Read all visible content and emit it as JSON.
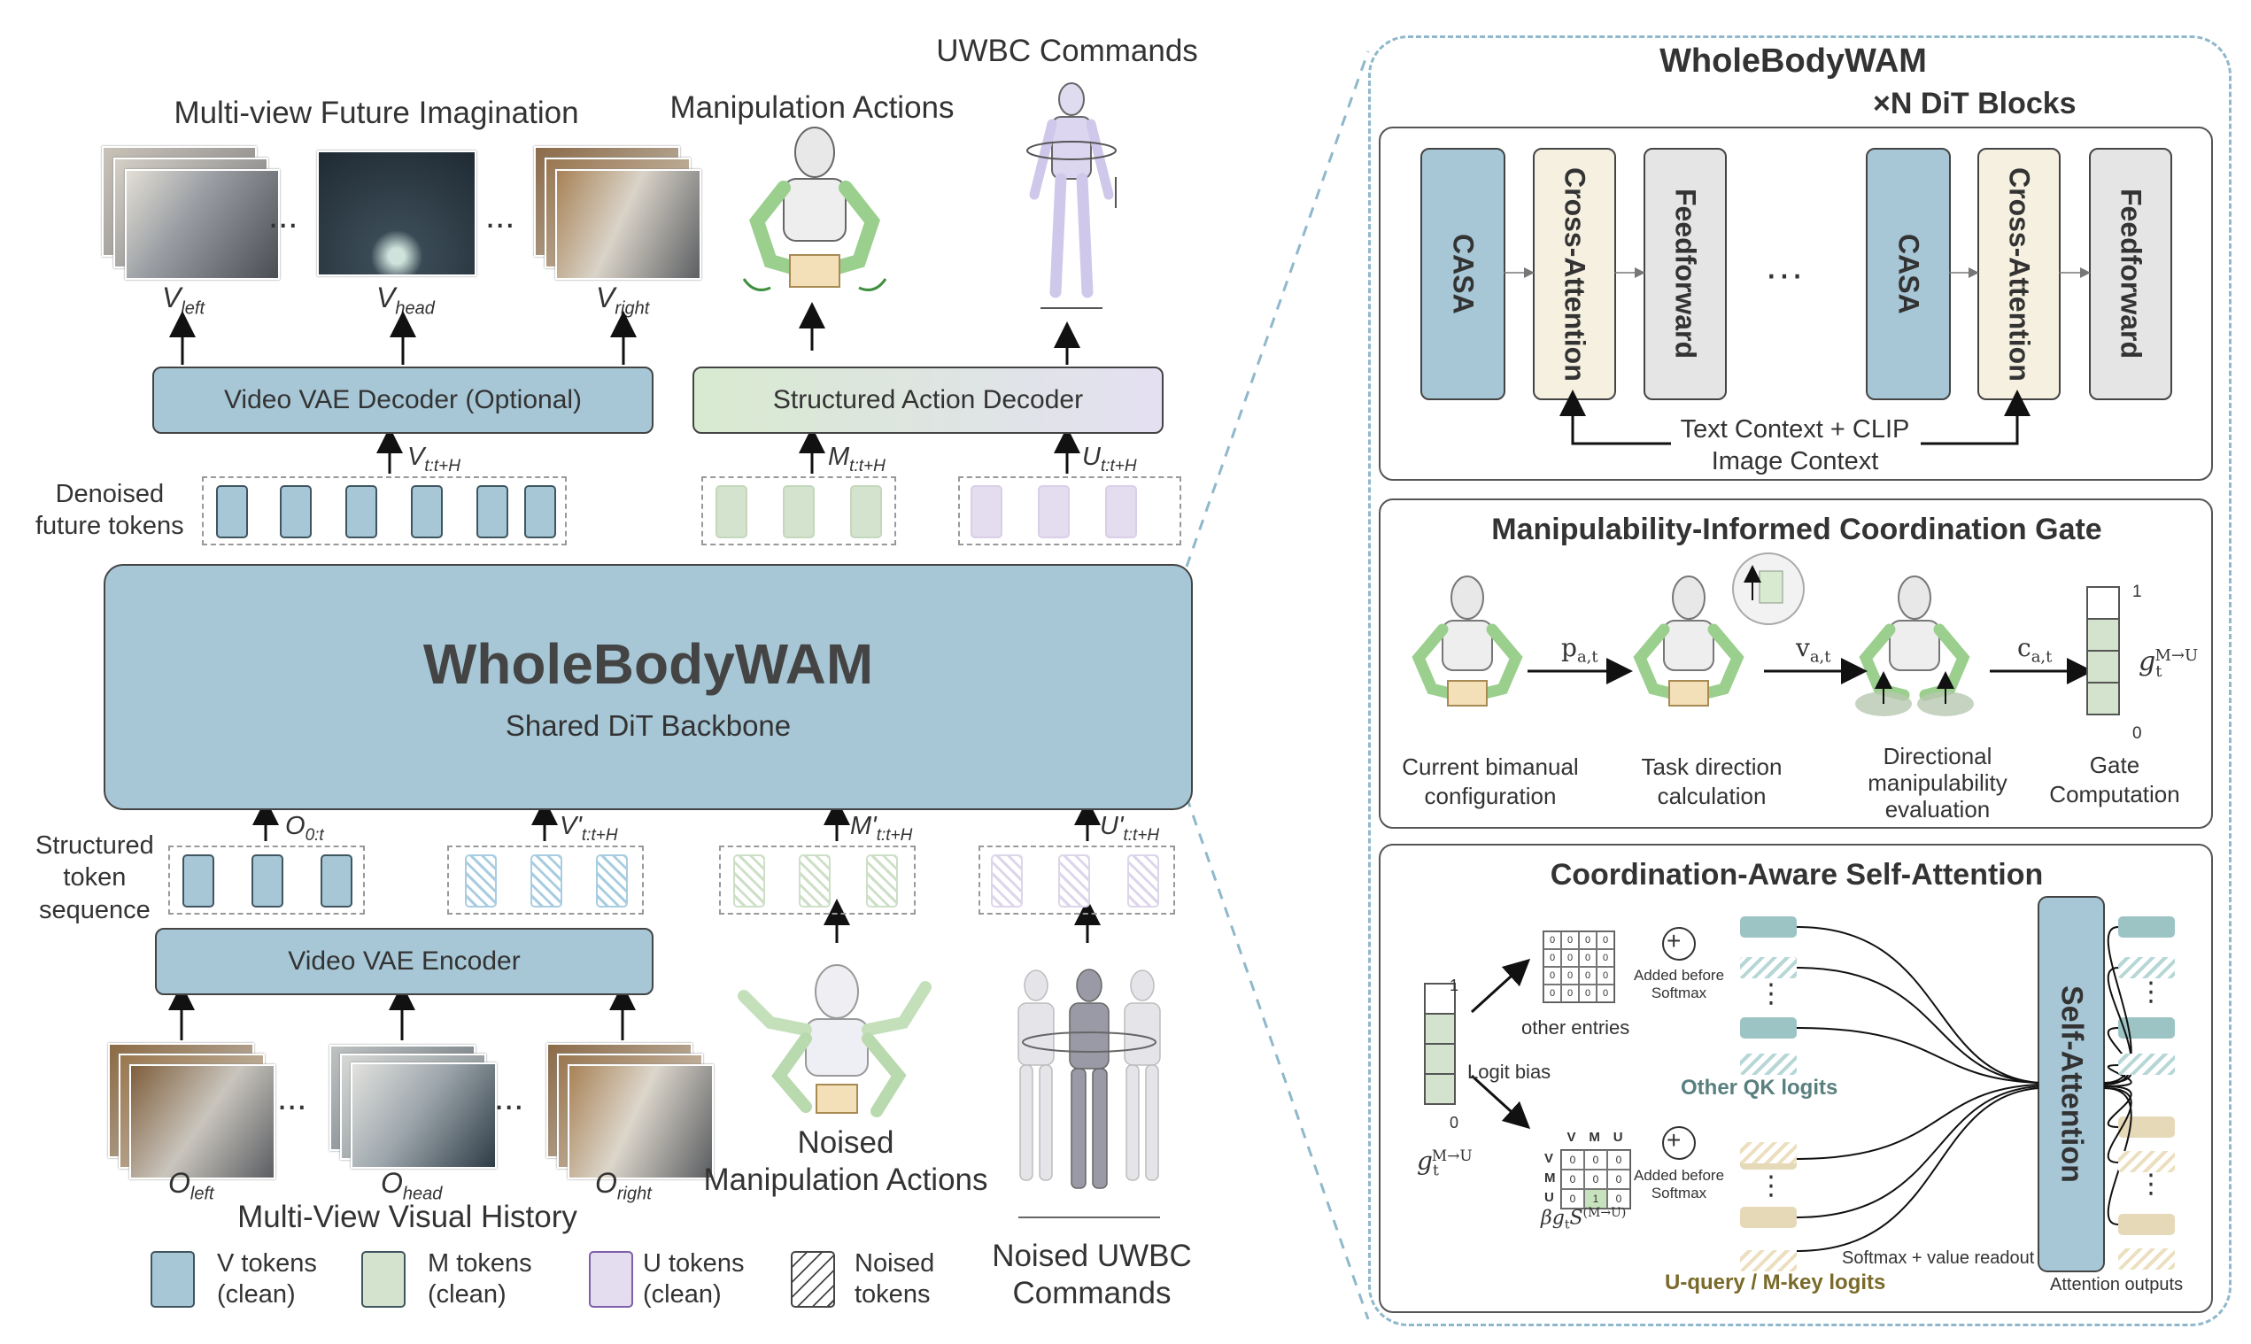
{
  "left": {
    "top_title": "Multi-view Future Imagination",
    "manip_title": "Manipulation Actions",
    "uwbc_title": "UWBC Commands",
    "ellipsis": "...",
    "v_left": "V",
    "v_left_sub": "left",
    "v_head": "V",
    "v_head_sub": "head",
    "v_right": "V",
    "v_right_sub": "right",
    "video_decoder": "Video VAE Decoder (Optional)",
    "action_decoder": "Structured Action Decoder",
    "v_out": "V",
    "v_out_sub": "t:t+H",
    "m_out": "M",
    "m_out_sub": "t:t+H",
    "u_out": "U",
    "u_out_sub": "t:t+H",
    "denoised_label": "Denoised\nfuture tokens",
    "backbone_title": "WholeBodyWAM",
    "backbone_sub": "Shared DiT Backbone",
    "o_in": "O",
    "o_in_sub": "0:t",
    "v_in": "V'",
    "v_in_sub": "t:t+H",
    "m_in": "M'",
    "m_in_sub": "t:t+H",
    "u_in": "U'",
    "u_in_sub": "t:t+H",
    "structured_label": "Structured\ntoken\nsequence",
    "encoder": "Video VAE Encoder",
    "o_left": "O",
    "o_left_sub": "left",
    "o_head": "O",
    "o_head_sub": "head",
    "o_right": "O",
    "o_right_sub": "right",
    "history_title": "Multi-View Visual History",
    "noised_manip": "Noised\nManipulation Actions",
    "noised_uwbc": "Noised UWBC\nCommands",
    "legend": [
      {
        "label": "V tokens\n(clean)"
      },
      {
        "label": "M tokens\n(clean)"
      },
      {
        "label": "U tokens\n(clean)"
      },
      {
        "label": "Noised\ntokens"
      }
    ]
  },
  "right": {
    "title": "WholeBodyWAM",
    "dit_blocks": "×N DiT Blocks",
    "casa": "CASA",
    "cross_attn": "Cross-Attention",
    "feedforward": "Feedforward",
    "dots": "···",
    "context": "Text Context + CLIP\nImage Context",
    "gate_title": "Manipulability-Informed Coordination Gate",
    "p_label": "p",
    "p_sub": "a,t",
    "v_label": "v",
    "v_sub": "a,t",
    "c_label": "c",
    "c_sub": "a,t",
    "g_label": "g",
    "g_sub": "t",
    "g_sup": "M→U",
    "gate_one": "1",
    "gate_zero": "0",
    "step1": "Current bimanual\nconfiguration",
    "step2": "Task direction\ncalculation",
    "step3": "Directional\nmanipulability\nevaluation",
    "step4": "Gate\nComputation",
    "casa_title": "Coordination-Aware Self-Attention",
    "matrix_zero": "0",
    "matrix_one": "1",
    "matrix_headers": [
      "V",
      "M",
      "U"
    ],
    "plus": "+",
    "added_before": "Added before\nSoftmax",
    "other_entries": "other entries",
    "logit_bias": "Logit bias",
    "beta_label": "βg",
    "beta_sub": "t",
    "beta_s": "S",
    "beta_sup": "(M→U)",
    "other_qk": "Other QK logits",
    "uq_mk": "U-query / M-key logits",
    "self_attention": "Self-Attention",
    "softmax_readout": "Softmax + value readout",
    "attn_outputs": "Attention outputs",
    "vdots": "⋮"
  },
  "colors": {
    "v_token": "#a7c7d6",
    "m_token": "#d3e3cd",
    "u_token": "#e4dcef",
    "teal_bar": "#9cc4c4",
    "tan_bar": "#e6d9b8",
    "panel_dash": "#8fb8cc",
    "other_qk_text": "#5a7f7f",
    "uq_text": "#7a6a2a"
  }
}
